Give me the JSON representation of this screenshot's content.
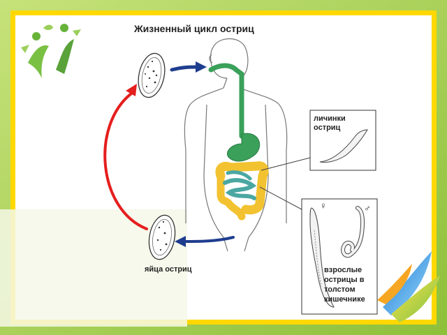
{
  "diagram": {
    "title": "Жизненный цикл остриц",
    "larvae_label": "личинки\nостриц",
    "eggs_label": "яйца остриц",
    "adults_label": "взрослые\nострицы в\nтолстом\nкишечнике",
    "female_symbol": "♀",
    "male_symbol": "♂"
  },
  "colors": {
    "background_green": "#a8d14a",
    "border_yellow": "#ffd800",
    "stomach_green": "#3aa05a",
    "colon_yellow": "#f2c230",
    "small_intestine_teal": "#4aa7a2",
    "arrow_blue": "#1f3d8f",
    "arrow_red": "#e51e1e"
  },
  "icons": [
    "logo-figures-icon",
    "decorative-ribbon-icon"
  ]
}
